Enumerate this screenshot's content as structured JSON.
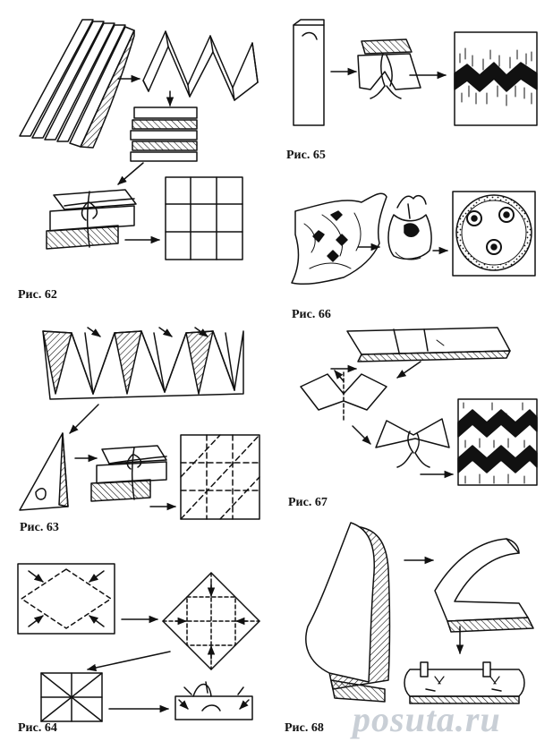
{
  "figures": {
    "fig62": {
      "caption": "Рис. 62"
    },
    "fig63": {
      "caption": "Рис. 63"
    },
    "fig64": {
      "caption": "Рис. 64"
    },
    "fig65": {
      "caption": "Рис. 65"
    },
    "fig66": {
      "caption": "Рис. 66"
    },
    "fig67": {
      "caption": "Рис. 67"
    },
    "fig68": {
      "caption": "Рис. 68"
    }
  },
  "watermark": {
    "text": "posuta.ru"
  },
  "colors": {
    "ink": "#111111",
    "paper": "#ffffff",
    "watermark": "#c9cfd6"
  }
}
